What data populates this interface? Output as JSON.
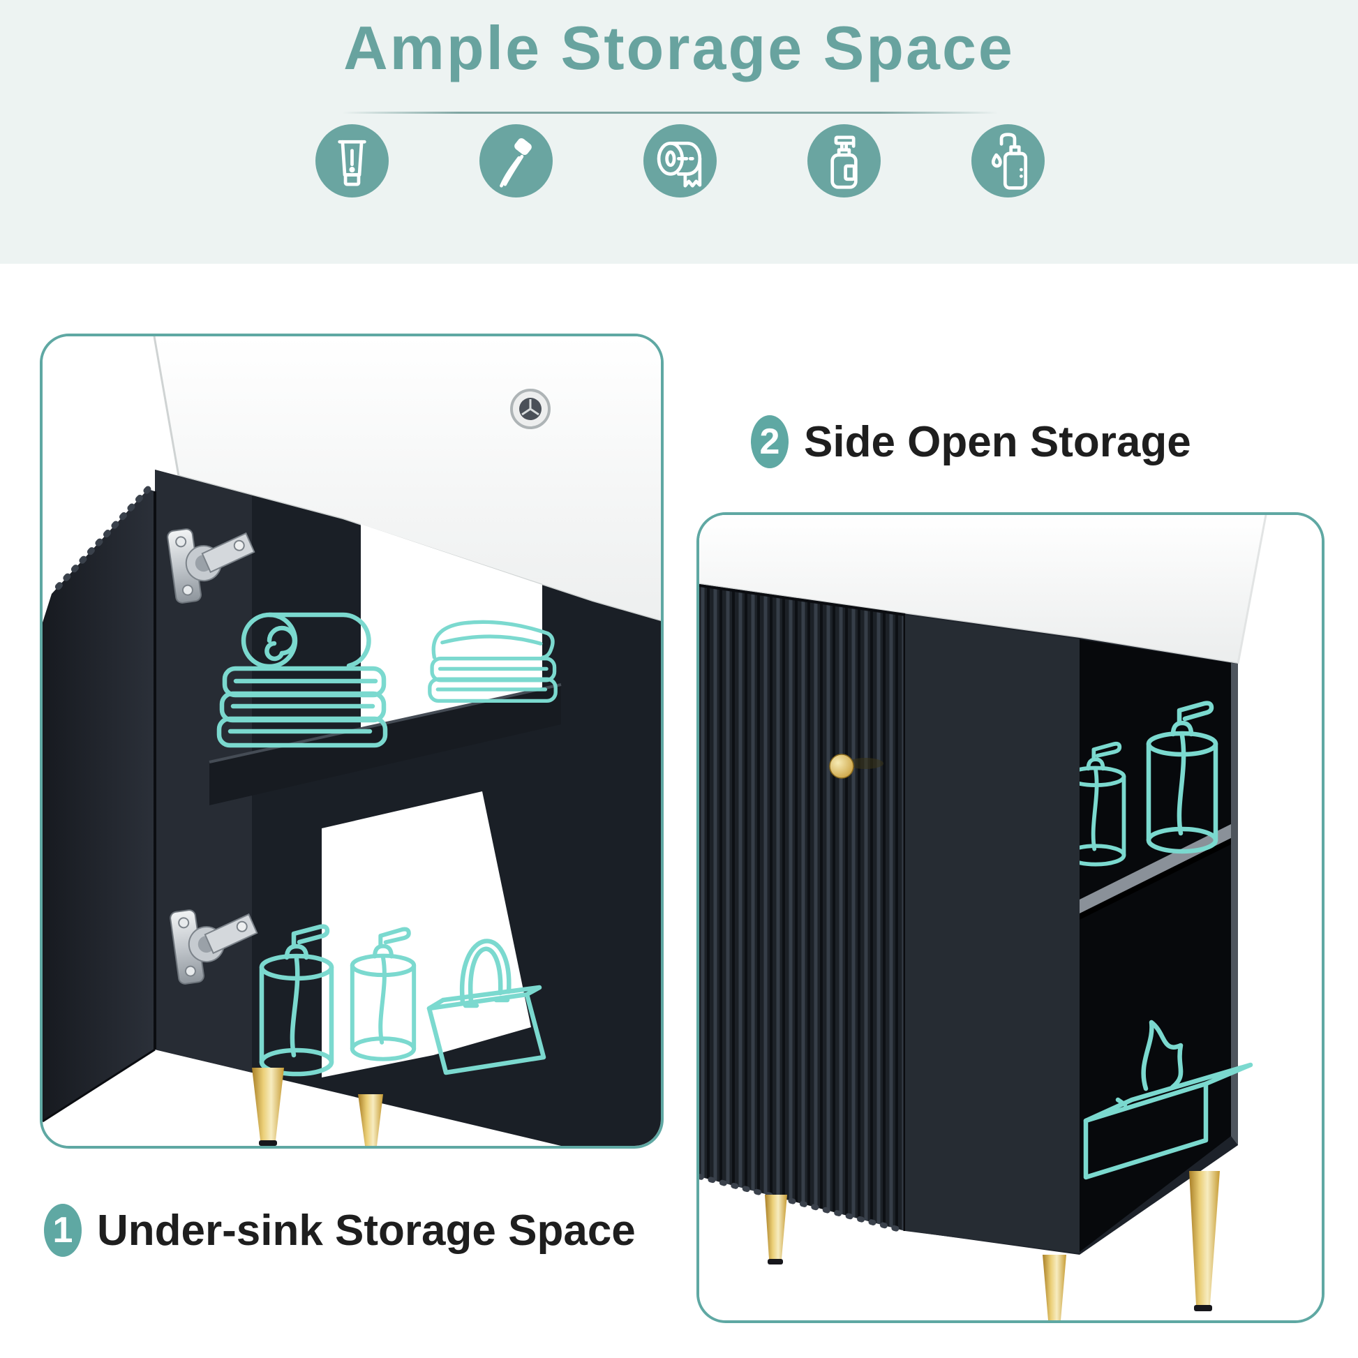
{
  "hero": {
    "background": "#EDF3F2",
    "title": "Ample Storage Space",
    "title_color": "#68A39F",
    "icons": [
      {
        "name": "toothpaste-icon",
        "label": "toothpaste tube"
      },
      {
        "name": "toothbrush-icon",
        "label": "toothbrush"
      },
      {
        "name": "toilet-paper-icon",
        "label": "toilet paper roll"
      },
      {
        "name": "lotion-pump-bottle-icon",
        "label": "lotion pump bottle"
      },
      {
        "name": "soap-dispenser-icon",
        "label": "soap dispenser with drop"
      }
    ]
  },
  "callouts": [
    {
      "number": "1",
      "label": "Under-sink Storage Space"
    },
    {
      "number": "2",
      "label": "Side Open Storage"
    }
  ],
  "panels": {
    "border_color": "#5FA8A3",
    "left": {
      "name": "under-sink-storage-panel",
      "depicts": "open black vanity cabinet under white ceramic sink with two soft-close hinges, middle shelf, sketched towel stacks, pump bottles, storage bag and gold tapered legs"
    },
    "right": {
      "name": "side-open-storage-panel",
      "depicts": "fluted black vanity cabinet with gold knob and white ceramic sink top, open side shelves with sketched soap dispensers and tissue box, gold tapered legs"
    }
  },
  "colors": {
    "accent_teal": "#5FA8A3",
    "icon_teal": "#6AA5A1",
    "sketch_teal": "#7BD9CF",
    "cabinet_black": "#1D222A",
    "gold": "#D9B45C",
    "ceramic_white": "#F7F8F8",
    "label_text": "#1E1E1E"
  }
}
